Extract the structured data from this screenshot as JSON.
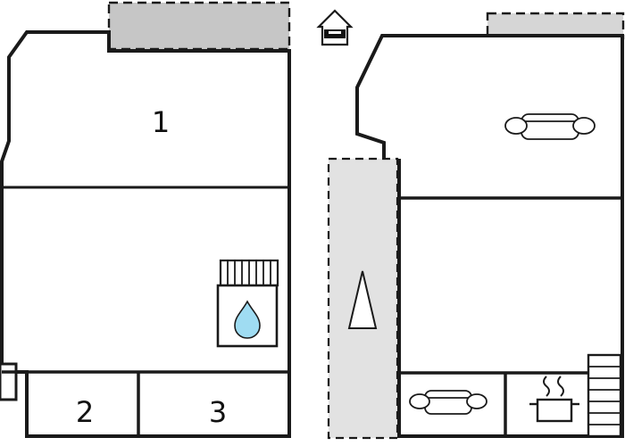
{
  "plan": {
    "left_floor": {
      "room_labels": [
        "1",
        "2",
        "3"
      ]
    },
    "right_floor": {
      "room_labels": []
    }
  },
  "colors": {
    "wall": "#1a1a1a",
    "balcony": "#c6c6c6",
    "terrace": "#d6d6d6",
    "stairwell": "#e2e2e2",
    "water": "#9fdcf2",
    "ink": "#111111",
    "paper": "#ffffff"
  }
}
